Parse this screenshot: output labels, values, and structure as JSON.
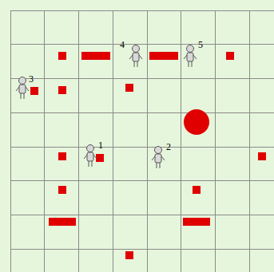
{
  "diagram": {
    "labels": [
      "4",
      "5",
      "3",
      "1",
      "2"
    ]
  }
}
